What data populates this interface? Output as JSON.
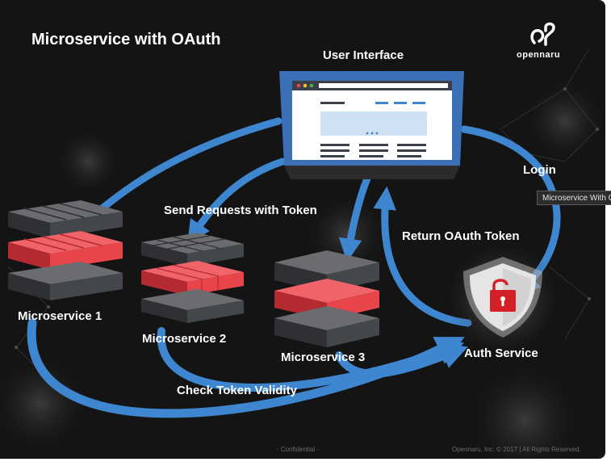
{
  "title": "Microservice with OAuth",
  "brand": {
    "name": "opennaru",
    "icon": "opennaru-logo-icon"
  },
  "nodes": {
    "ui": "User Interface",
    "ms1": "Microservice 1",
    "ms2": "Microservice 2",
    "ms3": "Microservice 3",
    "auth": "Auth Service"
  },
  "edges": {
    "send": "Send Requests with Token",
    "login": "Login",
    "return_token": "Return OAuth Token",
    "check": "Check Token Validity"
  },
  "tooltip": "Microservice With OAuth",
  "footer": {
    "confidential": "- Confidential -",
    "copyright": "Opennaru, Inc. ©  2017 | All Rights Reserved."
  },
  "colors": {
    "arrow": "#3e86cf",
    "red_block": "#e8454a",
    "dark_block": "#3a3c40",
    "browser_frame": "#3b6fb6",
    "shield": "#e5e5e5",
    "lock": "#d42027"
  }
}
